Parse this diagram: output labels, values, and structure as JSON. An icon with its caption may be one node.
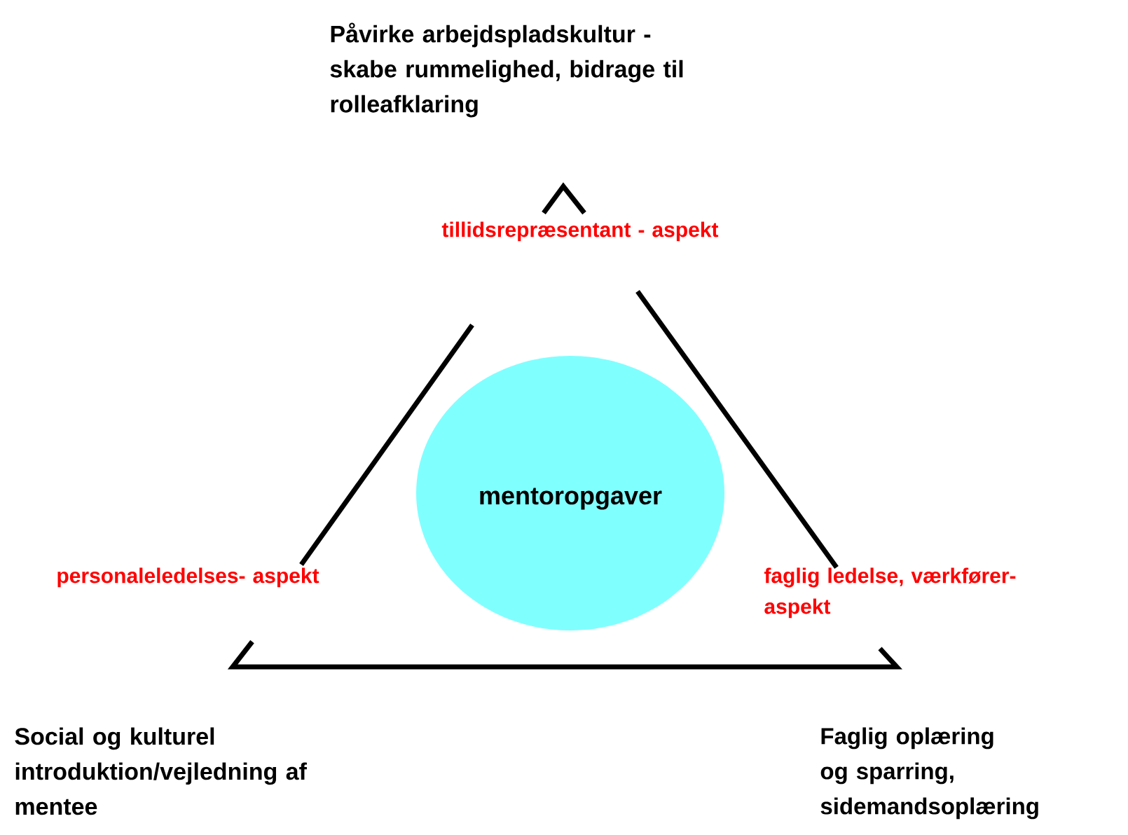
{
  "diagram": {
    "nodes": [
      {
        "text": [
          "mentoropgaver"
        ]
      }
    ],
    "labels": [
      "Påvirke arbejdspladskultur - skabe rummelighed, bidrage til rolleafklaring",
      "tillidsrepræsentant - aspekt",
      "personaleledelses- aspekt",
      "faglig ledelse, værkfører-aspekt",
      "Social og kulturel introduktion/vejledning af mentee",
      "Faglig oplæring og sparring, sidemandsoplæring"
    ]
  }
}
